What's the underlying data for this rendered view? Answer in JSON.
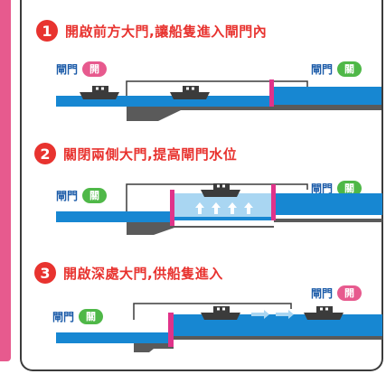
{
  "steps": [
    {
      "number": "1",
      "title": "開啟前方大門,讓船隻進入閘門內",
      "left_gate": {
        "name": "閘門",
        "state": "開",
        "color": "#e75a8e"
      },
      "right_gate": {
        "name": "閘門",
        "state": "關",
        "color": "#4fb848"
      }
    },
    {
      "number": "2",
      "title": "關閉兩側大門,提高閘門水位",
      "left_gate": {
        "name": "閘門",
        "state": "關",
        "color": "#4fb848"
      },
      "right_gate": {
        "name": "閘門",
        "state": "關",
        "color": "#4fb848"
      }
    },
    {
      "number": "3",
      "title": "開啟深處大門,供船隻進入",
      "left_gate": {
        "name": "閘門",
        "state": "關",
        "color": "#4fb848"
      },
      "right_gate": {
        "name": "閘門",
        "state": "開",
        "color": "#e75a8e"
      }
    }
  ],
  "colors": {
    "water_dark": "#1787d2",
    "water_light": "#a9d6f2",
    "ground": "#5a5a5a",
    "gate": "#e0338a",
    "title_red": "#e8332f",
    "label_blue": "#1a5aa8"
  }
}
